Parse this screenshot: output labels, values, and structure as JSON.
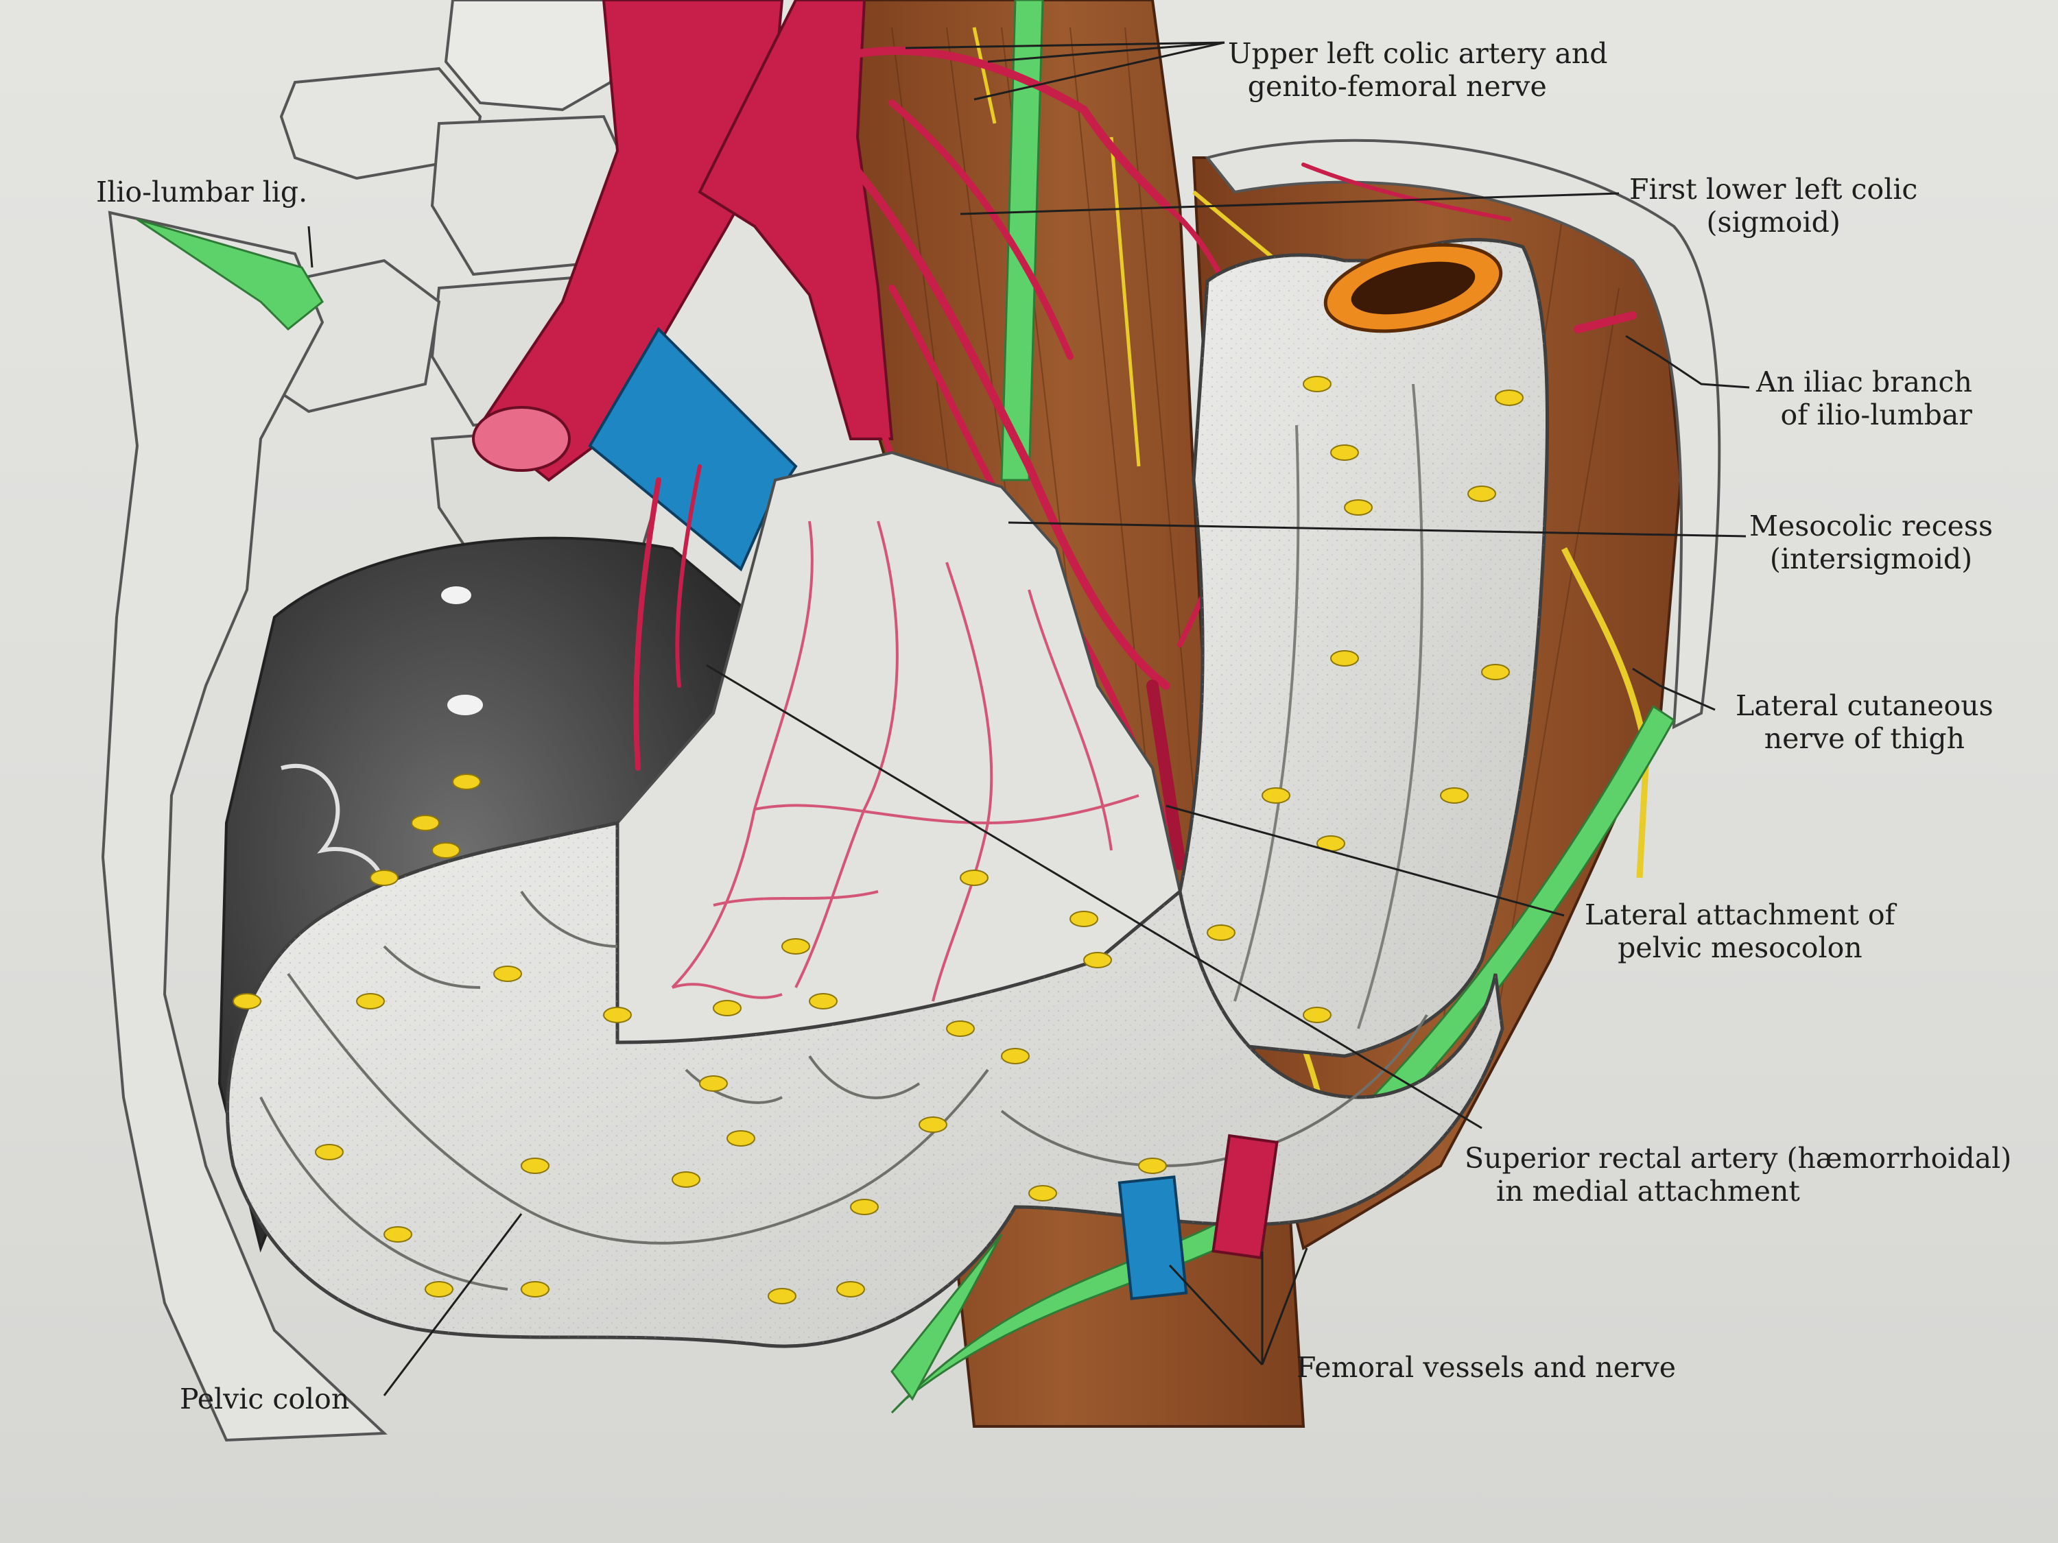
{
  "labels": {
    "upper_left_colic": {
      "line1": "Upper left colic artery and",
      "line2": "genito-femoral nerve"
    },
    "ilio_lumbar_lig": "Ilio-lumbar lig.",
    "first_lower_left_colic": {
      "line1": "First lower left colic",
      "line2": "(sigmoid)"
    },
    "iliac_branch": {
      "line1": "An iliac branch",
      "line2": "of ilio-lumbar"
    },
    "mesocolic_recess": {
      "line1": "Mesocolic recess",
      "line2": "(intersigmoid)"
    },
    "lateral_cutaneous": {
      "line1": "Lateral cutaneous",
      "line2": "nerve of thigh"
    },
    "lateral_attachment": {
      "line1": "Lateral attachment of",
      "line2": "pelvic mesocolon"
    },
    "superior_rectal": {
      "line1": "Superior rectal artery (hæmorrhoidal)",
      "line2": "in medial attachment"
    },
    "femoral_vessels": "Femoral vessels and nerve",
    "pelvic_colon": "Pelvic colon"
  },
  "colors": {
    "artery": "#c81e4a",
    "vein": "#1f86c4",
    "nerve": "#e8cc2a",
    "ligament": "#5ed26a",
    "muscle": "#8b4a24",
    "fat_tags": "#f2d21e",
    "colon": "#d7d7d4",
    "bone": "#e6e6e3"
  }
}
